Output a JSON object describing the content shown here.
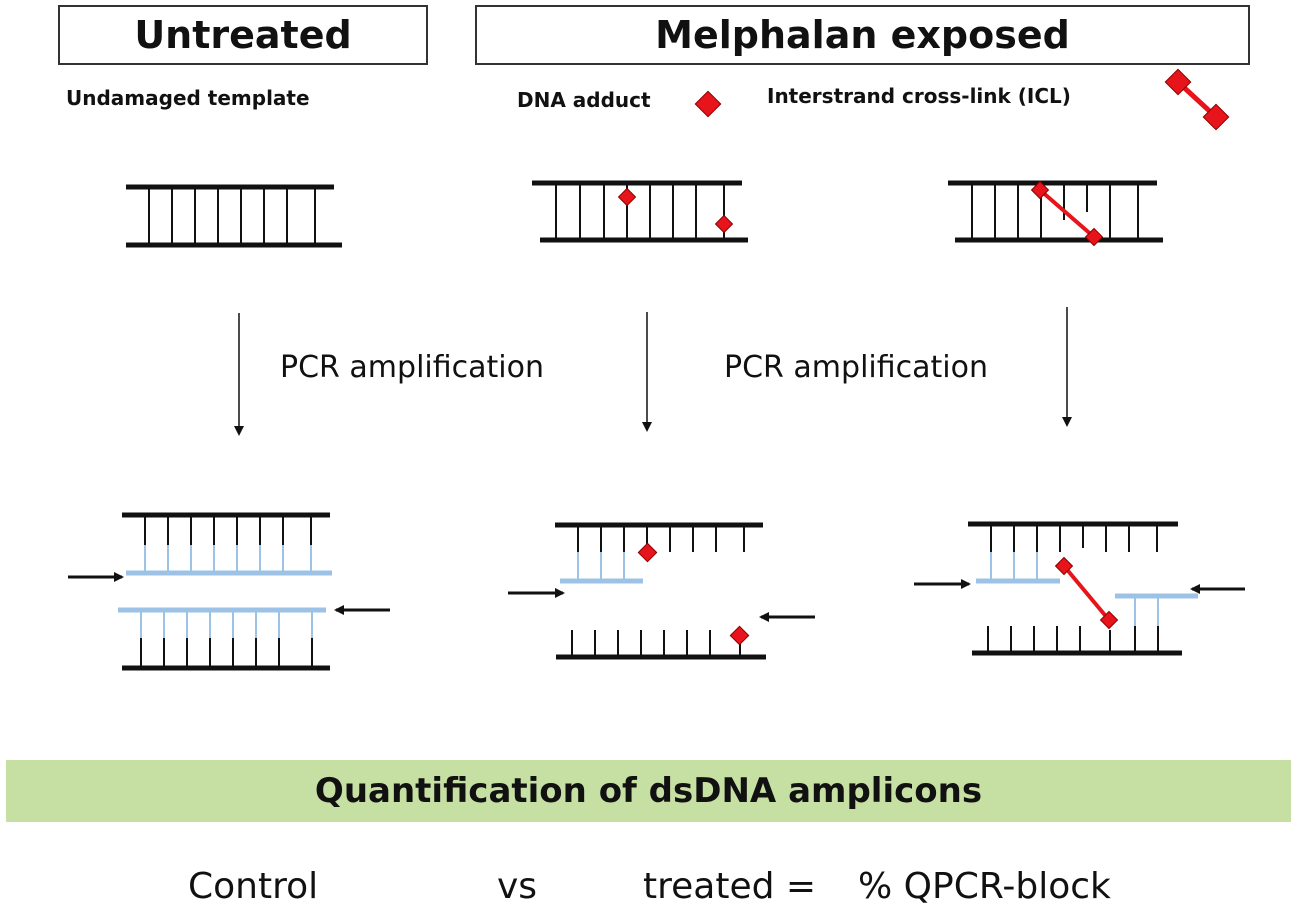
{
  "headers": {
    "untreated": "Untreated",
    "melphalan": "Melphalan exposed"
  },
  "labels": {
    "undamaged": "Undamaged template",
    "adduct": "DNA adduct",
    "icl": "Interstrand cross-link  (ICL)"
  },
  "pcr": {
    "left": "PCR amplification",
    "right": "PCR amplification"
  },
  "band": "Quantification of dsDNA amplicons",
  "bottom": {
    "control": "Control",
    "vs": "vs",
    "treated": "treated =",
    "block": "% QPCR-block"
  },
  "colors": {
    "strand": "#111111",
    "primer": "#9cc3e6",
    "damage": "#e8141b",
    "band": "#c6e0a4"
  }
}
